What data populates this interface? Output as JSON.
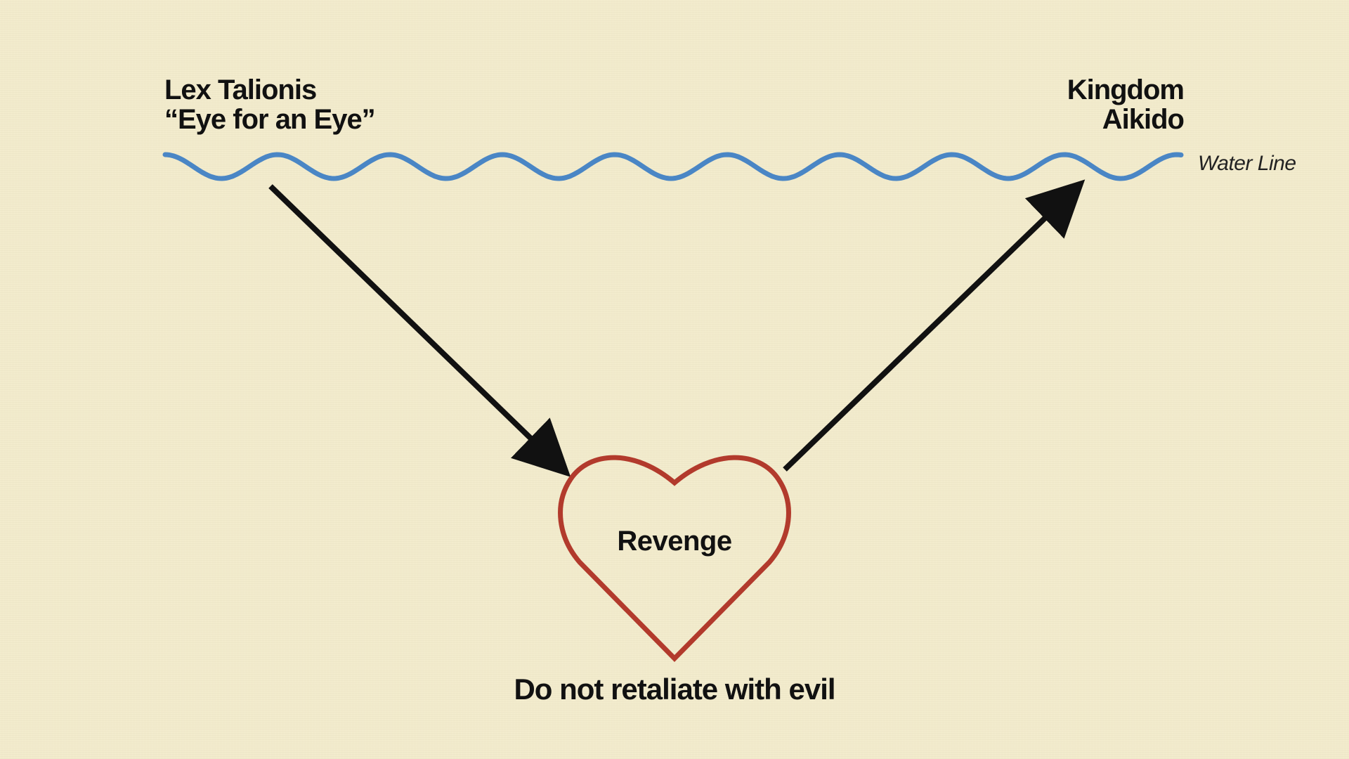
{
  "labels": {
    "left_line1": "Lex Talionis",
    "left_line2": "“Eye for an Eye”",
    "right_line1": "Kingdom",
    "right_line2": "Aikido",
    "water_line": "Water Line",
    "heart": "Revenge",
    "caption": "Do not retaliate with evil"
  },
  "colors": {
    "background": "#f2ebcc",
    "water_line": "#4a86c5",
    "heart_stroke": "#b23a2c",
    "arrows": "#111111",
    "text": "#111111"
  }
}
